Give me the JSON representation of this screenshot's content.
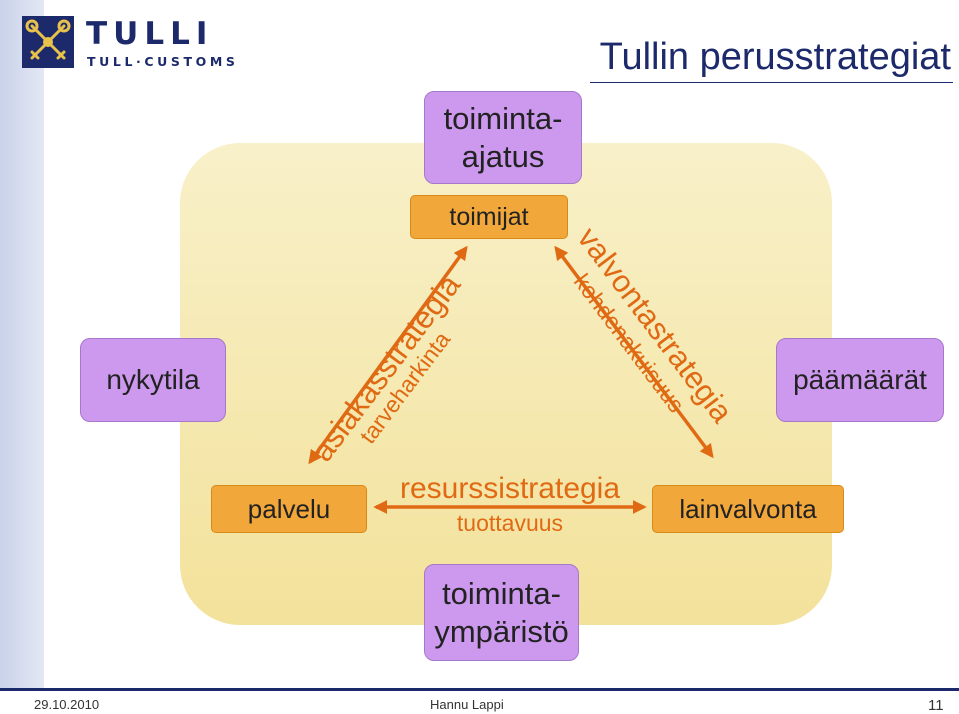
{
  "logo": {
    "wordmark": "TULLI",
    "subline": "TULL·CUSTOMS",
    "emblem": "crossed-keys-emblem-icon"
  },
  "title": "Tullin perusstrategiat",
  "boxes": {
    "toiminta_ajatus": [
      "toiminta-",
      "ajatus"
    ],
    "toimijat": "toimijat",
    "nykytila": "nykytila",
    "paamaarat": "päämäärät",
    "palvelu": "palvelu",
    "lainvalvonta": "lainvalvonta",
    "toimintaymparisto": [
      "toiminta-",
      "ympäristö"
    ]
  },
  "edges": {
    "left": {
      "strategy": "asiakasstrategia",
      "sub": "tarveharkinta"
    },
    "right": {
      "strategy": "valvontastrategia",
      "sub": "kohdenakuisuus"
    },
    "bottom": {
      "strategy": "resurssistrategia",
      "sub": "tuottavuus"
    }
  },
  "colors": {
    "purple": "#cc99ee",
    "orange": "#f2a73a",
    "arrow": "#e06a14",
    "panel": "#f6e8b0",
    "navy": "#1c2a6b"
  },
  "footer": {
    "date": "29.10.2010",
    "author": "Hannu Lappi",
    "page": "11"
  }
}
